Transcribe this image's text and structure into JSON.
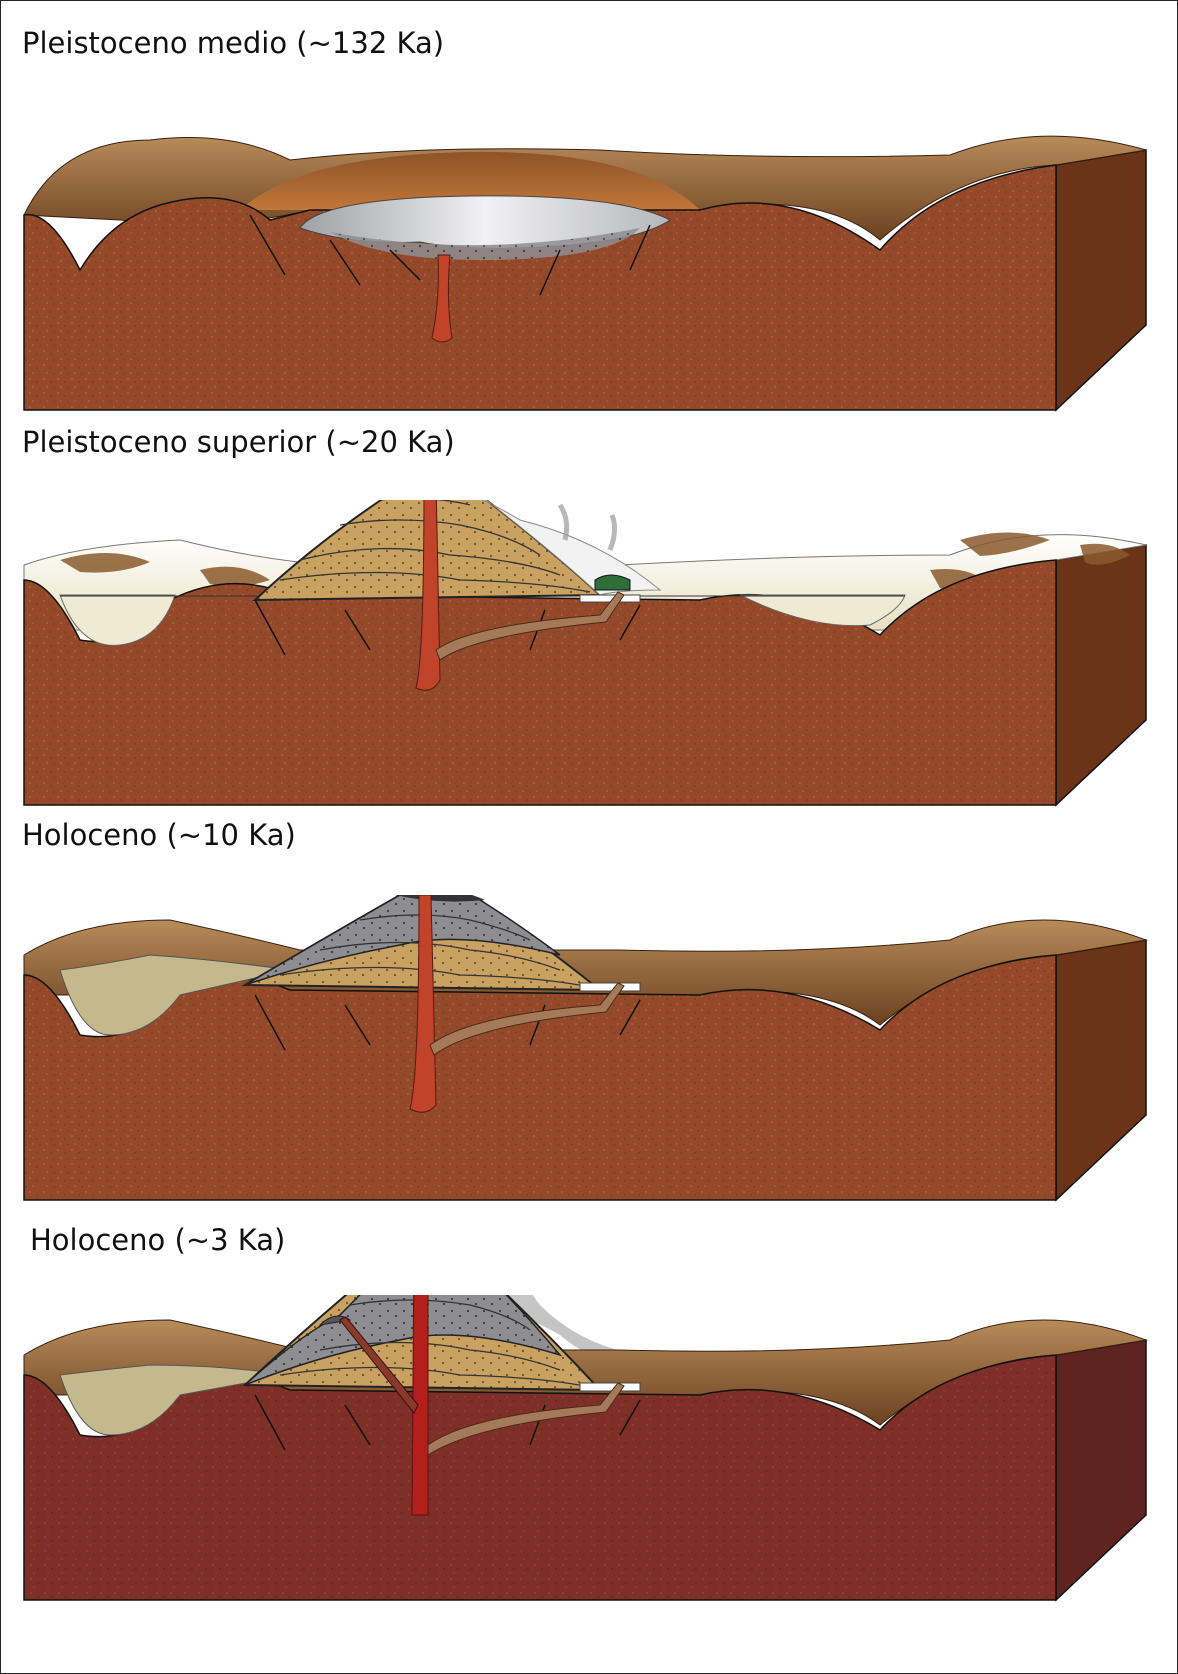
{
  "stages": [
    {
      "title": "Pleistoceno medio (~132 Ka)"
    },
    {
      "title": "Pleistoceno superior (~20 Ka)"
    },
    {
      "title": "Holoceno (~10 Ka)"
    },
    {
      "title": "Holoceno (~3 Ka)"
    }
  ],
  "colors": {
    "crust_front": "#94492a",
    "crust_side": "#6b3318",
    "surface": "#8a5a2e",
    "ice": "#efead2",
    "tephra": "#c9a262",
    "lava_grey": "#8d8d91",
    "conduit": "#c0432a",
    "conduit_red": "#b3201c"
  }
}
